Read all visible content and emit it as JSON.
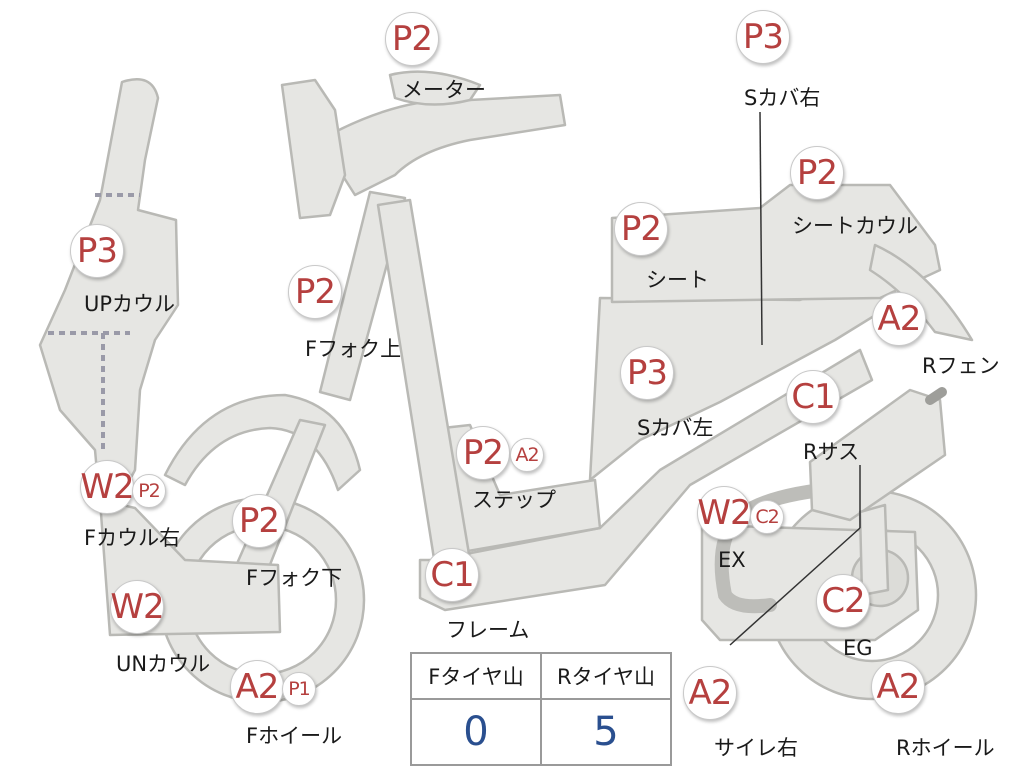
{
  "parts": [
    {
      "code": "P2",
      "label": "メーター"
    },
    {
      "code": "P3",
      "label": "Sカバ右"
    },
    {
      "code": "P2",
      "label": "シートカウル"
    },
    {
      "code": "P2",
      "label": "シート"
    },
    {
      "code": "P3",
      "label": "UPカウル"
    },
    {
      "code": "P2",
      "label": "Fフォク上"
    },
    {
      "code": "A2",
      "label": "Rフェン"
    },
    {
      "code": "P3",
      "label": "Sカバ左"
    },
    {
      "code": "C1",
      "label": "Rサス"
    },
    {
      "code": "P2",
      "sub": "A2",
      "label": "ステップ"
    },
    {
      "code": "W2",
      "sub": "P2",
      "label": "Fカウル右"
    },
    {
      "code": "P2",
      "label": "Fフォク下"
    },
    {
      "code": "W2",
      "sub": "C2",
      "label": "EX"
    },
    {
      "code": "C1",
      "label": "フレーム"
    },
    {
      "code": "W2",
      "label": "UNカウル"
    },
    {
      "code": "C2",
      "label": "EG"
    },
    {
      "code": "A2",
      "sub": "P1",
      "label": "Fホイール"
    },
    {
      "code": "A2",
      "label": "サイレ右"
    },
    {
      "code": "A2",
      "label": "Rホイール"
    }
  ],
  "tire_table": {
    "headers": [
      "Fタイヤ山",
      "Rタイヤ山"
    ],
    "values": [
      "0",
      "5"
    ]
  }
}
